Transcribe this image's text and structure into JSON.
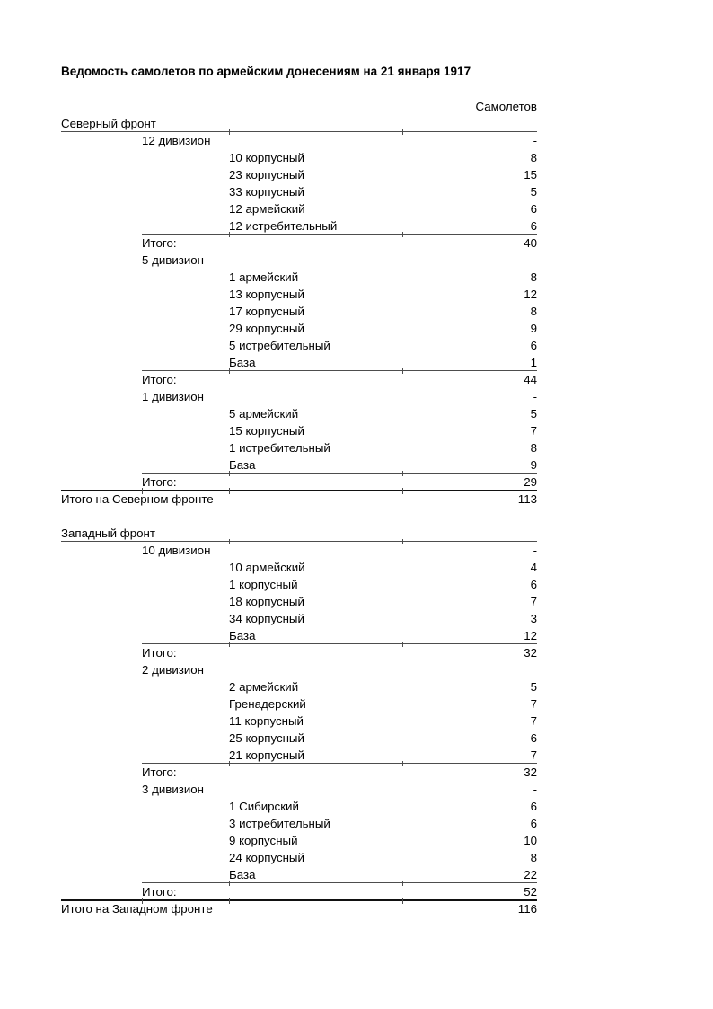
{
  "page": {
    "title": "Ведомость самолетов по армейским донесениям на 21 января 1917",
    "colors": {
      "text": "#000000",
      "line_thin": "#4d4d4d",
      "line_thick": "#111111",
      "background": "#ffffff"
    }
  },
  "table": {
    "rows": [
      {
        "type": "colheader",
        "label": "",
        "value": "Самолетов",
        "border": "none"
      },
      {
        "type": "front",
        "label": "Северный фронт",
        "value": "",
        "border": "full"
      },
      {
        "type": "division",
        "label": "12 дивизион",
        "value": "-",
        "border": "none"
      },
      {
        "type": "unit",
        "label": "10 корпусный",
        "value": "8",
        "border": "none"
      },
      {
        "type": "unit",
        "label": "23 корпусный",
        "value": "15",
        "border": "none"
      },
      {
        "type": "unit",
        "label": "33 корпусный",
        "value": "5",
        "border": "none"
      },
      {
        "type": "unit",
        "label": "12 армейский",
        "value": "6",
        "border": "none"
      },
      {
        "type": "unit",
        "label": "12 истребительный",
        "value": "6",
        "border": "inner"
      },
      {
        "type": "subtotal",
        "label": "Итого:",
        "value": "40",
        "border": "none"
      },
      {
        "type": "division",
        "label": "5 дивизион",
        "value": "-",
        "border": "none"
      },
      {
        "type": "unit",
        "label": "1 армейский",
        "value": "8",
        "border": "none"
      },
      {
        "type": "unit",
        "label": "13 корпусный",
        "value": "12",
        "border": "none"
      },
      {
        "type": "unit",
        "label": "17 корпусный",
        "value": "8",
        "border": "none"
      },
      {
        "type": "unit",
        "label": "29 корпусный",
        "value": "9",
        "border": "none"
      },
      {
        "type": "unit",
        "label": "5 истребительный",
        "value": "6",
        "border": "none"
      },
      {
        "type": "unit",
        "label": "База",
        "value": "1",
        "border": "inner"
      },
      {
        "type": "subtotal",
        "label": "Итого:",
        "value": "44",
        "border": "none"
      },
      {
        "type": "division",
        "label": "1 дивизион",
        "value": "-",
        "border": "none"
      },
      {
        "type": "unit",
        "label": "5 армейский",
        "value": "5",
        "border": "none"
      },
      {
        "type": "unit",
        "label": "15 корпусный",
        "value": "7",
        "border": "none"
      },
      {
        "type": "unit",
        "label": "1 истребительный",
        "value": "8",
        "border": "none"
      },
      {
        "type": "unit",
        "label": "База",
        "value": "9",
        "border": "inner"
      },
      {
        "type": "subtotal",
        "label": "Итого:",
        "value": "29",
        "border": "thick"
      },
      {
        "type": "fronttotal",
        "label": "Итого на Северном фронте",
        "value": "113",
        "border": "none"
      },
      {
        "type": "spacer",
        "label": "",
        "value": "",
        "border": "none"
      },
      {
        "type": "front",
        "label": "Западный фронт",
        "value": "",
        "border": "full"
      },
      {
        "type": "division",
        "label": "10 дивизион",
        "value": "-",
        "border": "none"
      },
      {
        "type": "unit",
        "label": "10 армейский",
        "value": "4",
        "border": "none"
      },
      {
        "type": "unit",
        "label": "1 корпусный",
        "value": "6",
        "border": "none"
      },
      {
        "type": "unit",
        "label": "18 корпусный",
        "value": "7",
        "border": "none"
      },
      {
        "type": "unit",
        "label": "34 корпусный",
        "value": "3",
        "border": "none"
      },
      {
        "type": "unit",
        "label": "База",
        "value": "12",
        "border": "inner"
      },
      {
        "type": "subtotal",
        "label": "Итого:",
        "value": "32",
        "border": "none"
      },
      {
        "type": "division",
        "label": "2 дивизион",
        "value": "",
        "border": "none"
      },
      {
        "type": "unit",
        "label": "2 армейский",
        "value": "5",
        "border": "none"
      },
      {
        "type": "unit",
        "label": "Гренадерский",
        "value": "7",
        "border": "none"
      },
      {
        "type": "unit",
        "label": "11 корпусный",
        "value": "7",
        "border": "none"
      },
      {
        "type": "unit",
        "label": "25 корпусный",
        "value": "6",
        "border": "none"
      },
      {
        "type": "unit",
        "label": "21 корпусный",
        "value": "7",
        "border": "inner"
      },
      {
        "type": "subtotal",
        "label": "Итого:",
        "value": "32",
        "border": "none"
      },
      {
        "type": "division",
        "label": "3 дивизион",
        "value": "-",
        "border": "none"
      },
      {
        "type": "unit",
        "label": "1 Сибирский",
        "value": "6",
        "border": "none"
      },
      {
        "type": "unit",
        "label": "3 истребительный",
        "value": "6",
        "border": "none"
      },
      {
        "type": "unit",
        "label": "9 корпусный",
        "value": "10",
        "border": "none"
      },
      {
        "type": "unit",
        "label": "24 корпусный",
        "value": "8",
        "border": "none"
      },
      {
        "type": "unit",
        "label": "База",
        "value": "22",
        "border": "inner"
      },
      {
        "type": "subtotal",
        "label": "Итого:",
        "value": "52",
        "border": "thick"
      },
      {
        "type": "fronttotal",
        "label": "Итого на Западном фронте",
        "value": "116",
        "border": "none"
      }
    ]
  }
}
